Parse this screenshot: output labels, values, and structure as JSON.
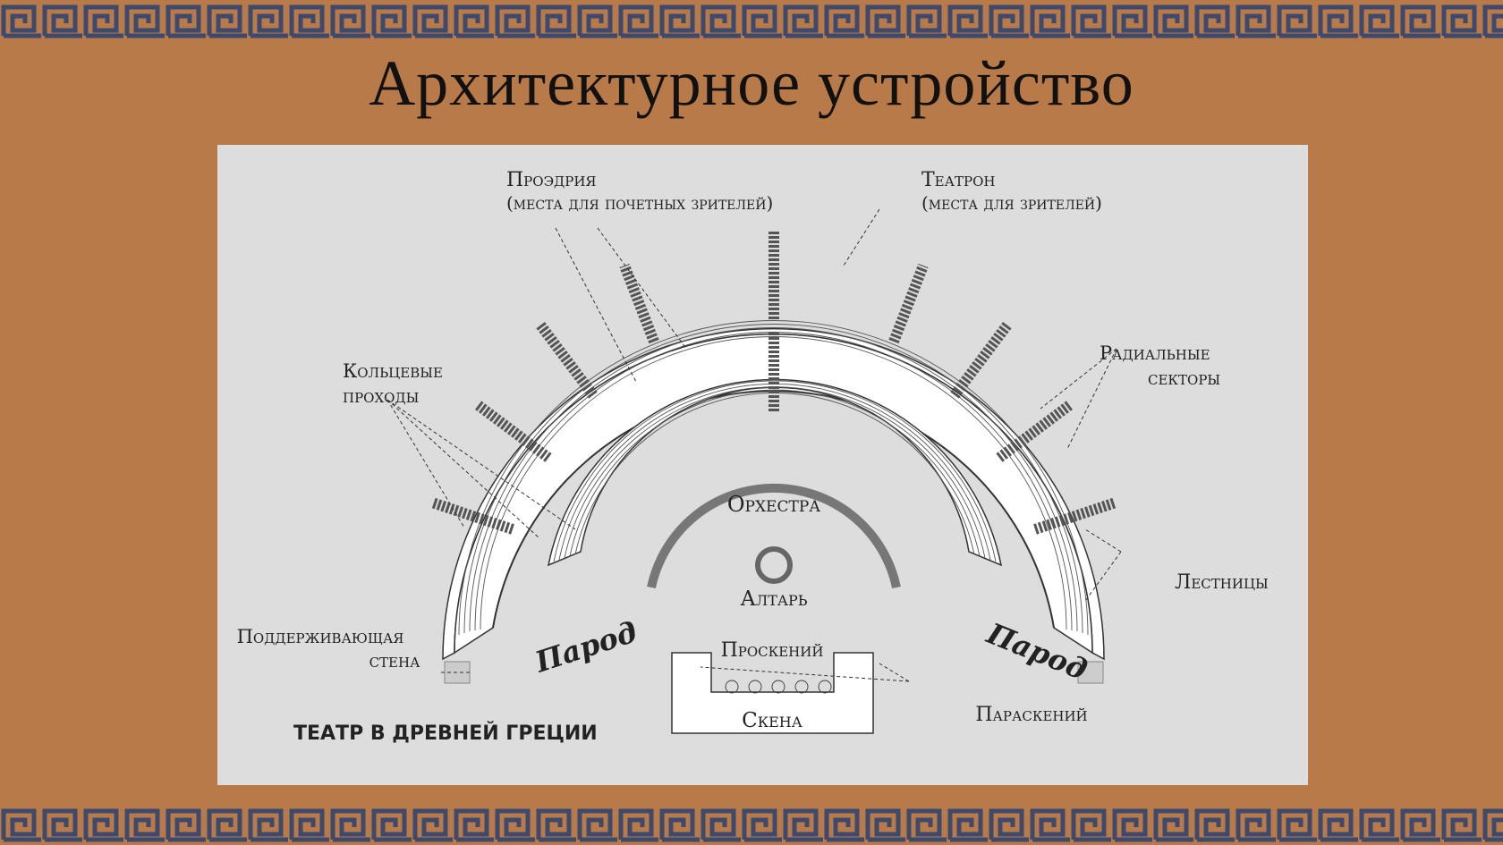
{
  "title": "Архитектурное устройство",
  "diagram": {
    "caption": "ТЕАТР В ДРЕВНЕЙ ГРЕЦИИ",
    "labels": {
      "proedria": "Проэдрия",
      "proedria_note": "(места для почетных зрителей)",
      "teatron": "Театрон",
      "teatron_note": "(места для зрителей)",
      "ring_passages_1": "Кольцевые",
      "ring_passages_2": "проходы",
      "radial_sectors_1": "Радиальные",
      "radial_sectors_2": "секторы",
      "orchestra": "Орхестра",
      "altar": "Алтарь",
      "stairs": "Лестницы",
      "support_wall_1": "Поддерживающая",
      "support_wall_2": "стена",
      "parod_left": "Парод",
      "parod_right": "Парод",
      "proskenion": "Проскений",
      "paraskenion": "Параскений",
      "skene": "Скена"
    }
  },
  "colors": {
    "background": "#b87a48",
    "border_band": "#3d4a6e",
    "panel": "#dddddd",
    "line": "#333333"
  }
}
